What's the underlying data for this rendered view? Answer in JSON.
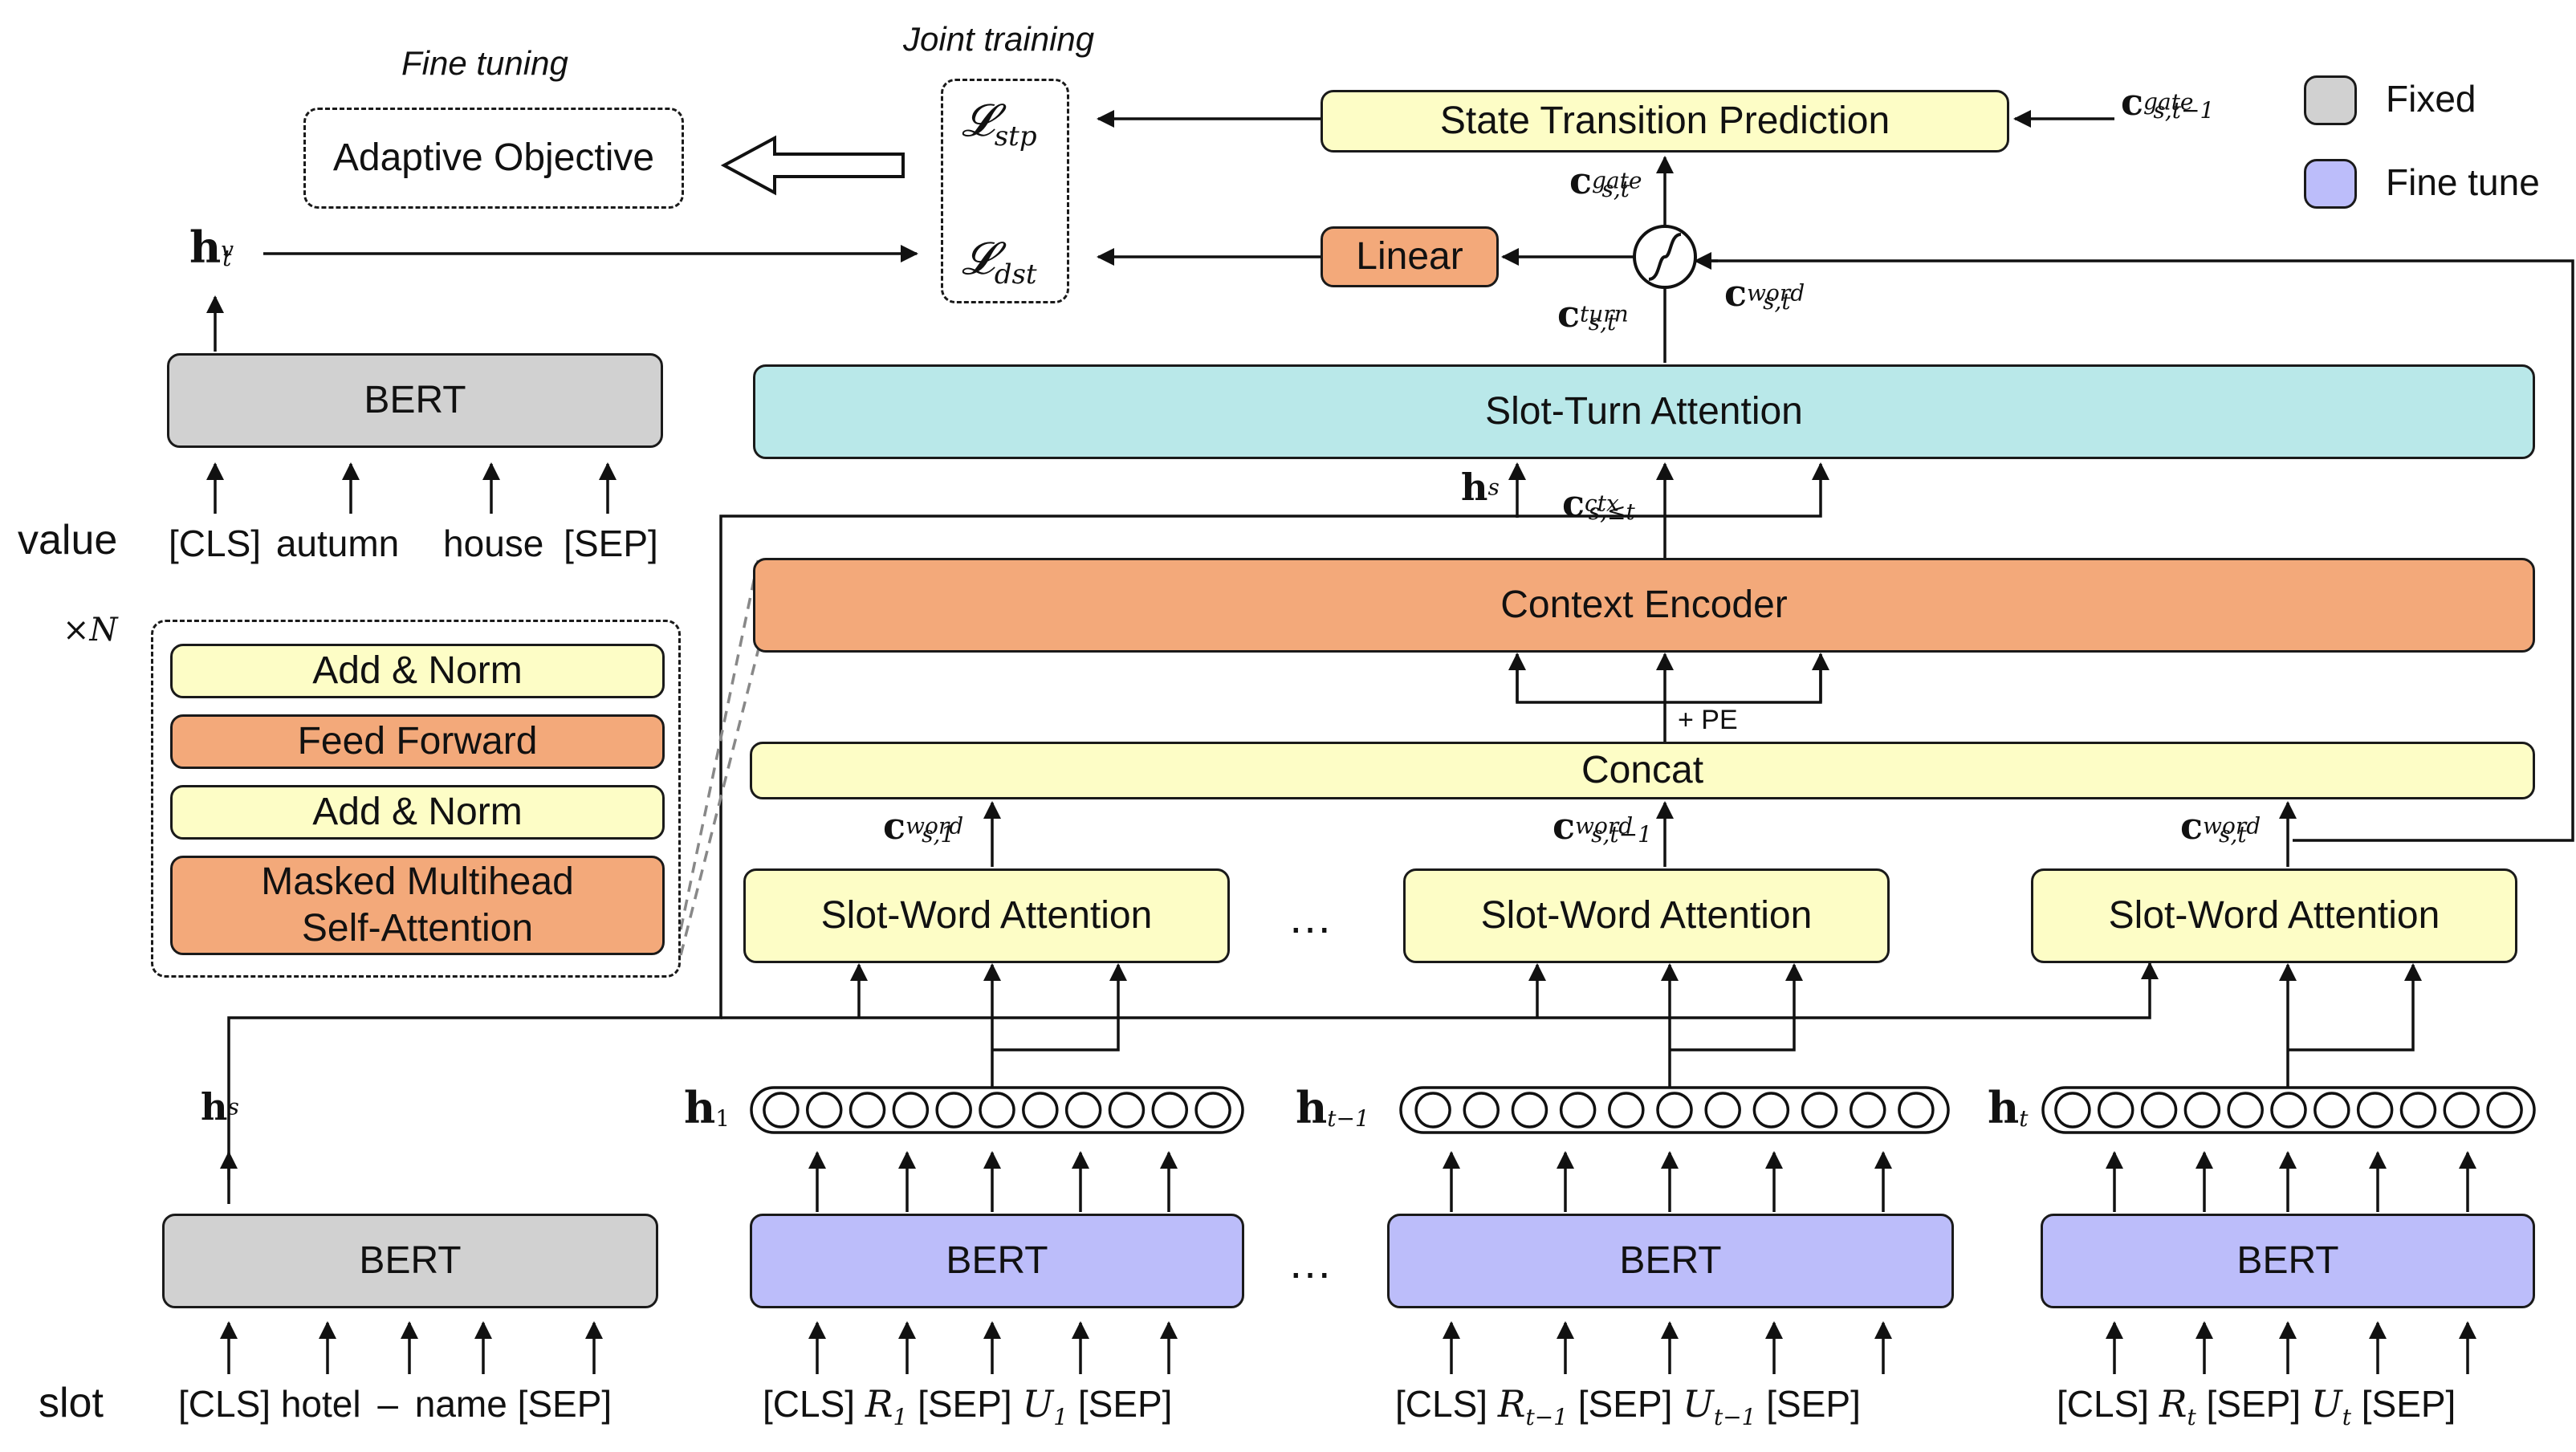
{
  "headers": {
    "fine_tuning": "Fine tuning",
    "joint_training": "Joint training"
  },
  "legend": {
    "items": [
      {
        "label": "Fixed",
        "color": "#d1d1d1"
      },
      {
        "label": "Fine tune",
        "color": "#bcbdfa"
      }
    ]
  },
  "boxes": {
    "adaptive_objective": "Adaptive Objective",
    "state_transition": "State Transition Prediction",
    "linear": "Linear",
    "slot_turn_attention": "Slot-Turn Attention",
    "context_encoder": "Context Encoder",
    "concat": "Concat",
    "slot_word_attention": "Slot-Word Attention",
    "bert": "BERT",
    "add_norm": "Add & Norm",
    "feed_forward": "Feed Forward",
    "masked_attention_line1": "Masked Multihead",
    "masked_attention_line2": "Self-Attention"
  },
  "math": {
    "loss_stp": "𝓛",
    "loss_stp_sub": "stp",
    "loss_dst": "𝓛",
    "loss_dst_sub": "dst",
    "h_main": "h",
    "c_main": "c",
    "h_value_sup": "v",
    "h_value_sub": "t",
    "h_slot_sup": "s",
    "gate_sup": "gate",
    "gate_sub_prev": "s,t−1",
    "gate_sub": "s,t",
    "turn_sup": "turn",
    "turn_sub": "s,t",
    "word_sup": "word",
    "word_sub_t": "s,t",
    "word_sub_1": "s,1",
    "word_sub_tm1": "s,t−1",
    "ctx_sup": "ctx",
    "ctx_sub": "s,≤t",
    "h1_sub": "1",
    "htm1_sub": "t−1",
    "ht_sub": "t",
    "times_n": "×N",
    "pe": "+ PE",
    "ellipsis": "…"
  },
  "labels": {
    "value": "value",
    "slot": "slot"
  },
  "tokens": {
    "value": [
      "[CLS]",
      "autumn",
      "house",
      "[SEP]"
    ],
    "slot": [
      "[CLS]",
      "hotel",
      "–",
      "name",
      "[SEP]"
    ],
    "turn_1": [
      "[CLS]",
      "R",
      "1",
      "[SEP]",
      "U",
      "1",
      "[SEP]"
    ],
    "turn_tm1": [
      "[CLS]",
      "R",
      "t−1",
      "[SEP]",
      "U",
      "t−1",
      "[SEP]"
    ],
    "turn_t": [
      "[CLS]",
      "R",
      "t",
      "[SEP]",
      "U",
      "t",
      "[SEP]"
    ]
  }
}
